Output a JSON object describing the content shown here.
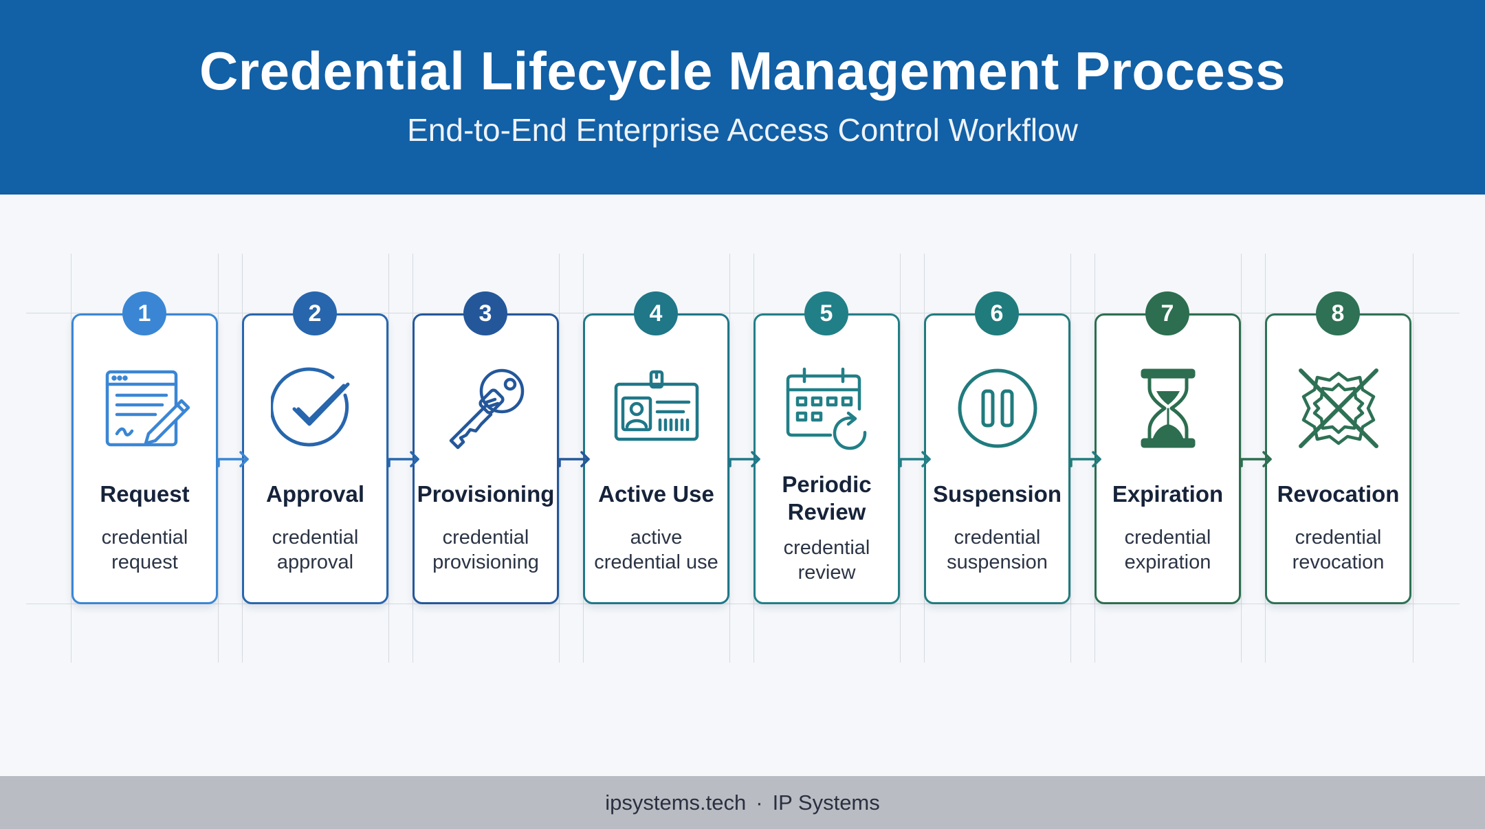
{
  "header": {
    "title": "Credential Lifecycle Management Process",
    "subtitle": "End-to-End Enterprise Access Control Workflow"
  },
  "steps": [
    {
      "number": "1",
      "title": "Request",
      "desc_line1": "credential",
      "desc_line2": "request",
      "icon": "document-pen-icon",
      "color": "#3a86d4"
    },
    {
      "number": "2",
      "title": "Approval",
      "desc_line1": "credential",
      "desc_line2": "approval",
      "icon": "checkmark-circle-icon",
      "color": "#2766ad"
    },
    {
      "number": "3",
      "title": "Provisioning",
      "desc_line1": "credential",
      "desc_line2": "provisioning",
      "icon": "key-icon",
      "color": "#24579a"
    },
    {
      "number": "4",
      "title": "Active Use",
      "desc_line1": "active",
      "desc_line2": "credential use",
      "icon": "id-badge-icon",
      "color": "#1f7788"
    },
    {
      "number": "5",
      "title_line1": "Periodic",
      "title_line2": "Review",
      "desc_line1": "credential",
      "desc_line2": "review",
      "icon": "calendar-refresh-icon",
      "color": "#217f87"
    },
    {
      "number": "6",
      "title": "Suspension",
      "desc_line1": "credential",
      "desc_line2": "suspension",
      "icon": "pause-circle-icon",
      "color": "#207b7d"
    },
    {
      "number": "7",
      "title": "Expiration",
      "desc_line1": "credential",
      "desc_line2": "expiration",
      "icon": "hourglass-icon",
      "color": "#2c6e4f"
    },
    {
      "number": "8",
      "title": "Revocation",
      "desc_line1": "credential",
      "desc_line2": "revocation",
      "icon": "revoked-seal-icon",
      "color": "#2e7155"
    }
  ],
  "footer": {
    "site": "ipsystems.tech",
    "separator": "·",
    "company": "IP Systems"
  }
}
